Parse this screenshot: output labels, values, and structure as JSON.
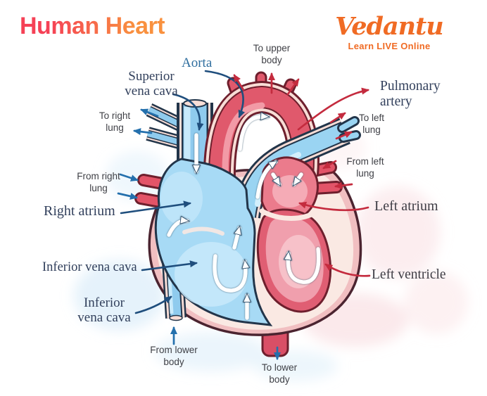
{
  "header": {
    "title": "Human Heart"
  },
  "brand": {
    "name": "Vedantu",
    "tagline": "Learn LIVE Online"
  },
  "labels": {
    "superior_vena_cava": {
      "line1": "Superior",
      "line2": "vena cava"
    },
    "aorta": {
      "text": "Aorta"
    },
    "to_upper_body": {
      "line1": "To upper",
      "line2": "body"
    },
    "pulmonary_artery": {
      "line1": "Pulmonary",
      "line2": "artery"
    },
    "to_right_lung": {
      "line1": "To right",
      "line2": "lung"
    },
    "from_right_lung": {
      "line1": "From right",
      "line2": "lung"
    },
    "right_atrium": {
      "text": "Right atrium"
    },
    "left_atrium": {
      "text": "Left atrium"
    },
    "to_left_lung": {
      "line1": "To left",
      "line2": "lung"
    },
    "from_left_lung": {
      "line1": "From left",
      "line2": "lung"
    },
    "inferior_vena_cava_upper": {
      "text": "Inferior vena cava"
    },
    "inferior_vena_cava_lower": {
      "line1": "Inferior",
      "line2": "vena cava"
    },
    "left_ventricle": {
      "text": "Left ventricle"
    },
    "from_lower_body": {
      "line1": "From lower",
      "line2": "body"
    },
    "to_lower_body": {
      "line1": "To lower",
      "line2": "body"
    }
  },
  "colors": {
    "title_gradient_start": "#f54156",
    "title_gradient_end": "#f9913f",
    "brand_orange": "#f06b24",
    "label_navy": "#32405c",
    "label_steel_blue": "#2e6d9e",
    "label_charcoal": "#3e3d45",
    "label_small": "#3f4046",
    "pointer_navy": "#1f4e7d",
    "pointer_blue": "#2470ad",
    "pointer_red": "#c42b3e",
    "deoxygenated_blue": "#8fcbee",
    "oxygenated_red": "#e0596c",
    "heart_wall_pink": "#f1bfc1"
  }
}
